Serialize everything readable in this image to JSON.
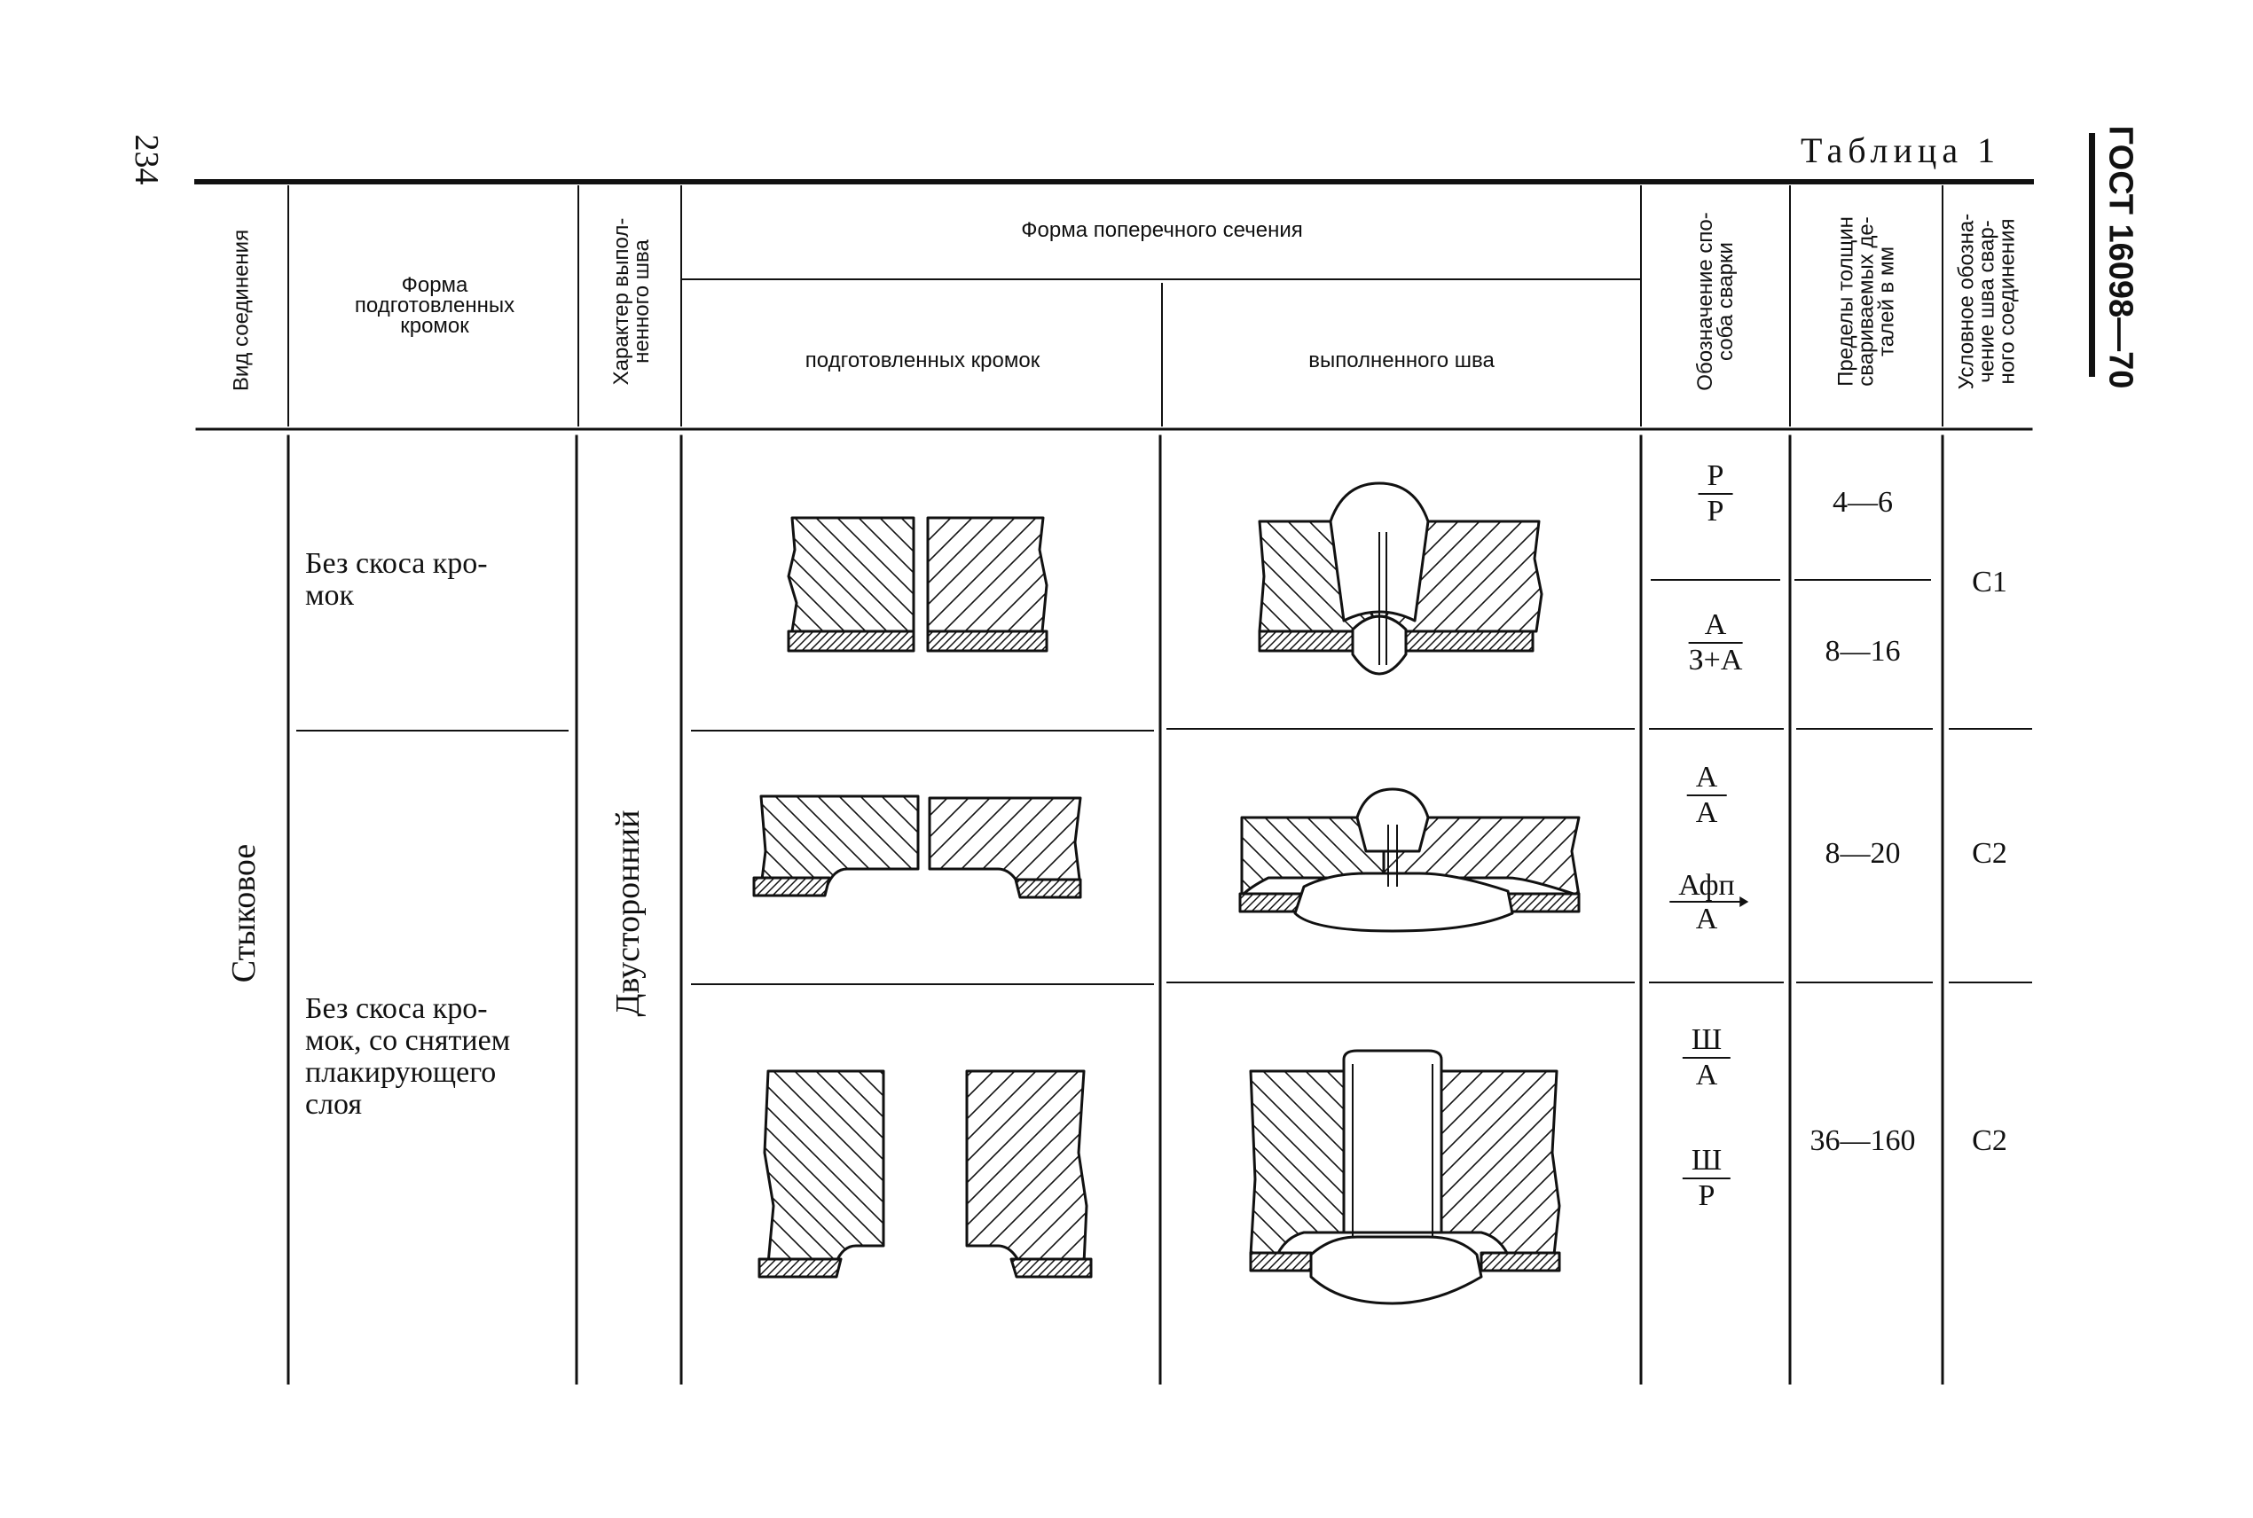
{
  "page_number": "234",
  "standard": "ГОСТ 16098—70",
  "table_label": "Таблица 1",
  "headers": {
    "joint_type": "Вид соединения",
    "edge_shape": [
      "Форма",
      "подготовленных",
      "кромок"
    ],
    "seam_character": [
      "Характер выпол-",
      "ненного шва"
    ],
    "cross_section": "Форма поперечного сечения",
    "prepared_edges": "подготовленных кромок",
    "finished_seam": "выполненного шва",
    "welding_method": [
      "Обозначение спо-",
      "соба сварки"
    ],
    "thickness_limits": [
      "Пределы толщин",
      "свариваемых де-",
      "талей в мм"
    ],
    "conventional_designation": [
      "Условное обозна-",
      "чение шва свар-",
      "ного соединения"
    ]
  },
  "body": {
    "joint_type": "Стыковое",
    "seam_character": "Двусторонний",
    "rows": [
      {
        "edge_shape": "Без скоса кро-\nмок",
        "methods": [
          {
            "num": "Р",
            "den": "Р",
            "thickness": "4—6"
          },
          {
            "num": "А",
            "den": "З+А",
            "thickness": "8—16"
          }
        ],
        "designation": "С1"
      },
      {
        "methods": [
          {
            "num": "А",
            "den": "А"
          },
          {
            "num": "Афп",
            "den": "А"
          }
        ],
        "thickness": "8—20",
        "designation": "С2"
      },
      {
        "edge_shape": "Без скоса кро-\nмок, со снятием\nплакирующего\nслоя",
        "methods": [
          {
            "num": "Ш",
            "den": "А"
          },
          {
            "num": "Ш",
            "den": "Р"
          }
        ],
        "thickness": "36—160",
        "designation": "С2"
      }
    ]
  }
}
